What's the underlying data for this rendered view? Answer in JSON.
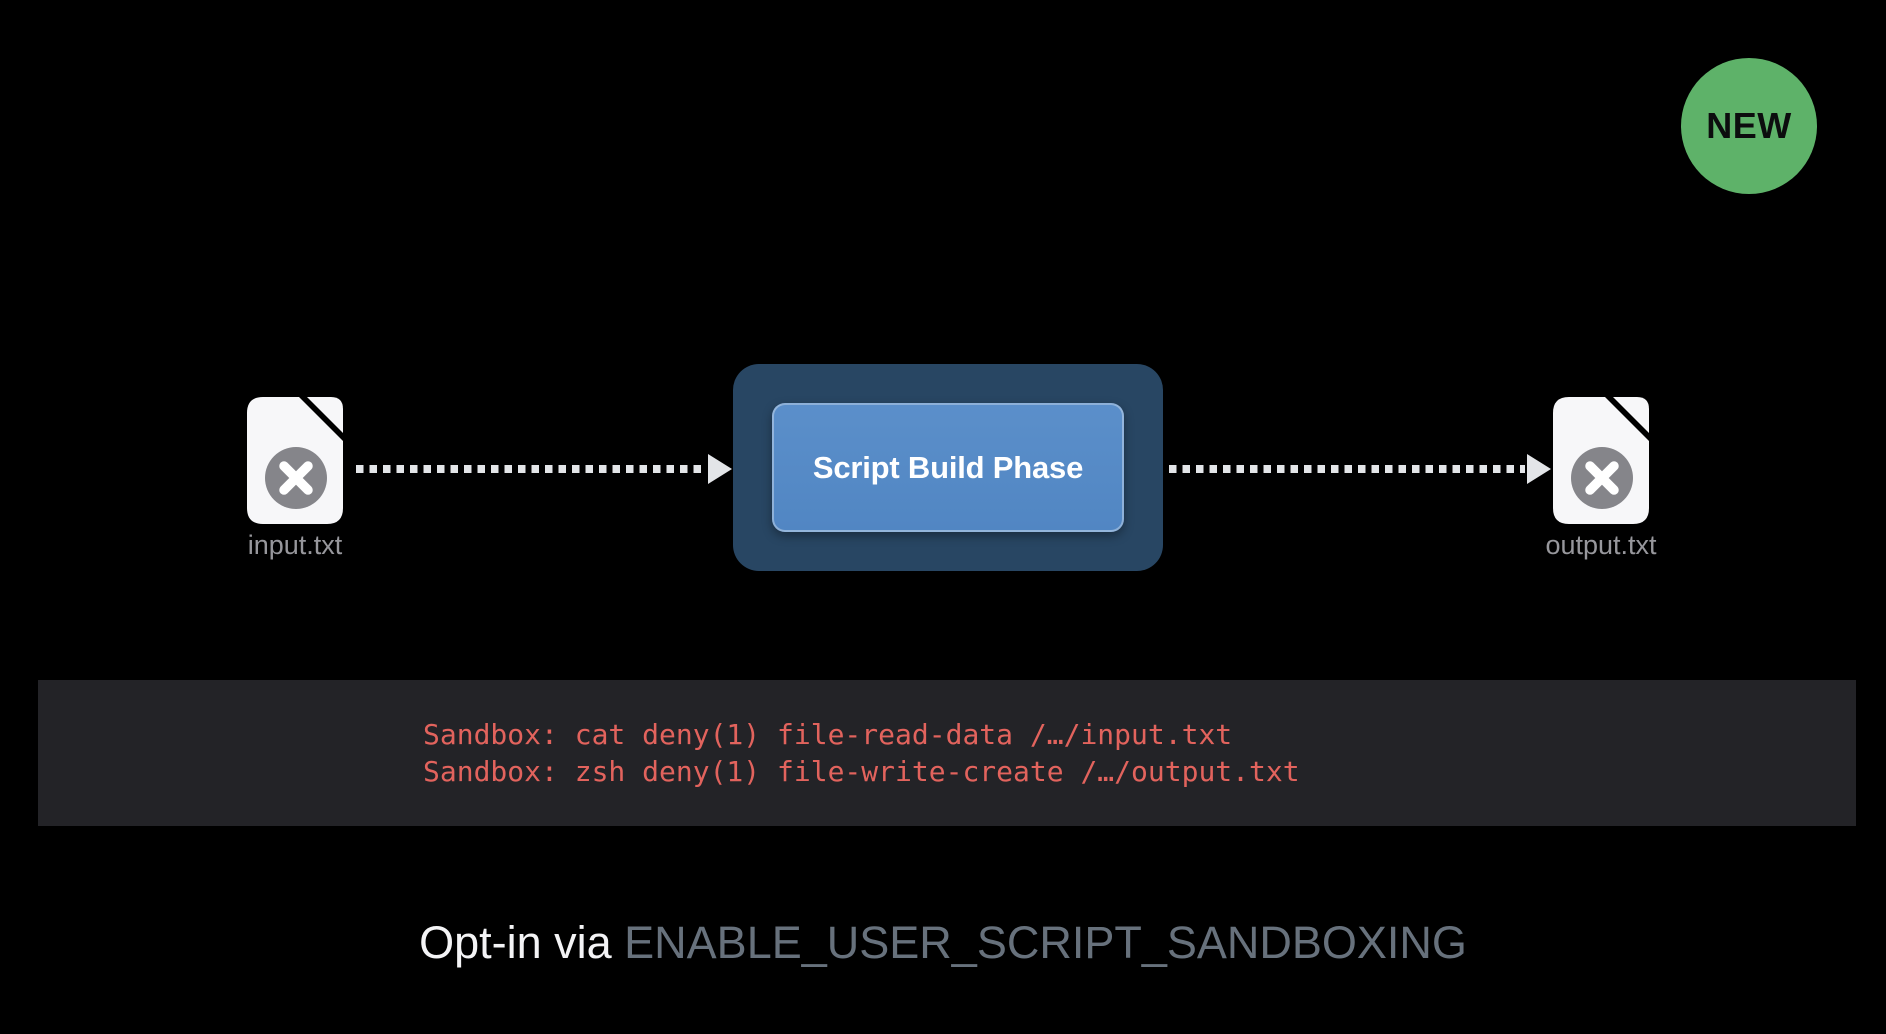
{
  "badge": {
    "label": "NEW"
  },
  "diagram": {
    "input_file": {
      "label": "input.txt",
      "icon": "document-with-x-icon"
    },
    "process": {
      "label": "Script Build Phase"
    },
    "output_file": {
      "label": "output.txt",
      "icon": "document-with-x-icon"
    },
    "arrows": {
      "icon": "dotted-arrow-right-icon"
    }
  },
  "console": {
    "lines": [
      "Sandbox: cat deny(1) file-read-data /…/input.txt",
      "Sandbox: zsh deny(1) file-write-create /…/output.txt"
    ]
  },
  "footer": {
    "prefix": "Opt-in via ",
    "code": "ENABLE_USER_SCRIPT_SANDBOXING"
  },
  "colors": {
    "background": "#000000",
    "badge_green": "#5eb269",
    "badge_text": "#0c0d0e",
    "process_outer": "#284663",
    "process_inner": "#5186c3",
    "console_bg": "#232327",
    "console_text": "#e2635d",
    "file_label": "#97979c",
    "footer_white": "#f4f4f6",
    "footer_code": "#67717c",
    "arrow": "#e3e5e8",
    "doc_fill": "#f7f7f9",
    "doc_badge": "#85858a"
  }
}
